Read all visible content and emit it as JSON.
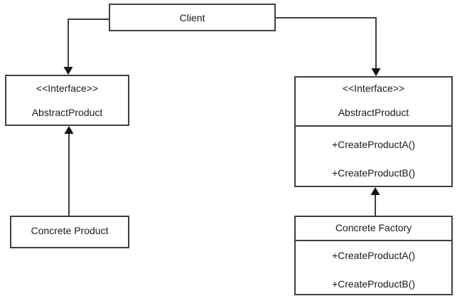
{
  "diagram": {
    "title": "Abstract Factory pattern class diagram",
    "colors": {
      "background": "#ffffff",
      "line_color": "#3f3f3f",
      "text_color": "#1a1a1a",
      "arrow_fill": "#111111"
    },
    "nodes": {
      "client": {
        "label": "Client"
      },
      "abstract_product": {
        "stereotype": "<<Interface>>",
        "name": "AbstractProduct"
      },
      "abstract_factory": {
        "stereotype": "<<Interface>>",
        "name": "AbstractProduct",
        "methods": [
          "+CreateProductA()",
          "+CreateProductB()"
        ]
      },
      "concrete_product": {
        "label": "Concrete Product"
      },
      "concrete_factory": {
        "label": "Concrete Factory",
        "methods": [
          "+CreateProductA()",
          "+CreateProductB()"
        ]
      }
    },
    "edges": [
      {
        "from": "client",
        "to": "abstract_product",
        "type": "arrow"
      },
      {
        "from": "client",
        "to": "abstract_factory",
        "type": "arrow"
      },
      {
        "from": "concrete_product",
        "to": "abstract_product",
        "type": "arrow"
      },
      {
        "from": "concrete_factory",
        "to": "abstract_factory",
        "type": "arrow"
      }
    ]
  }
}
